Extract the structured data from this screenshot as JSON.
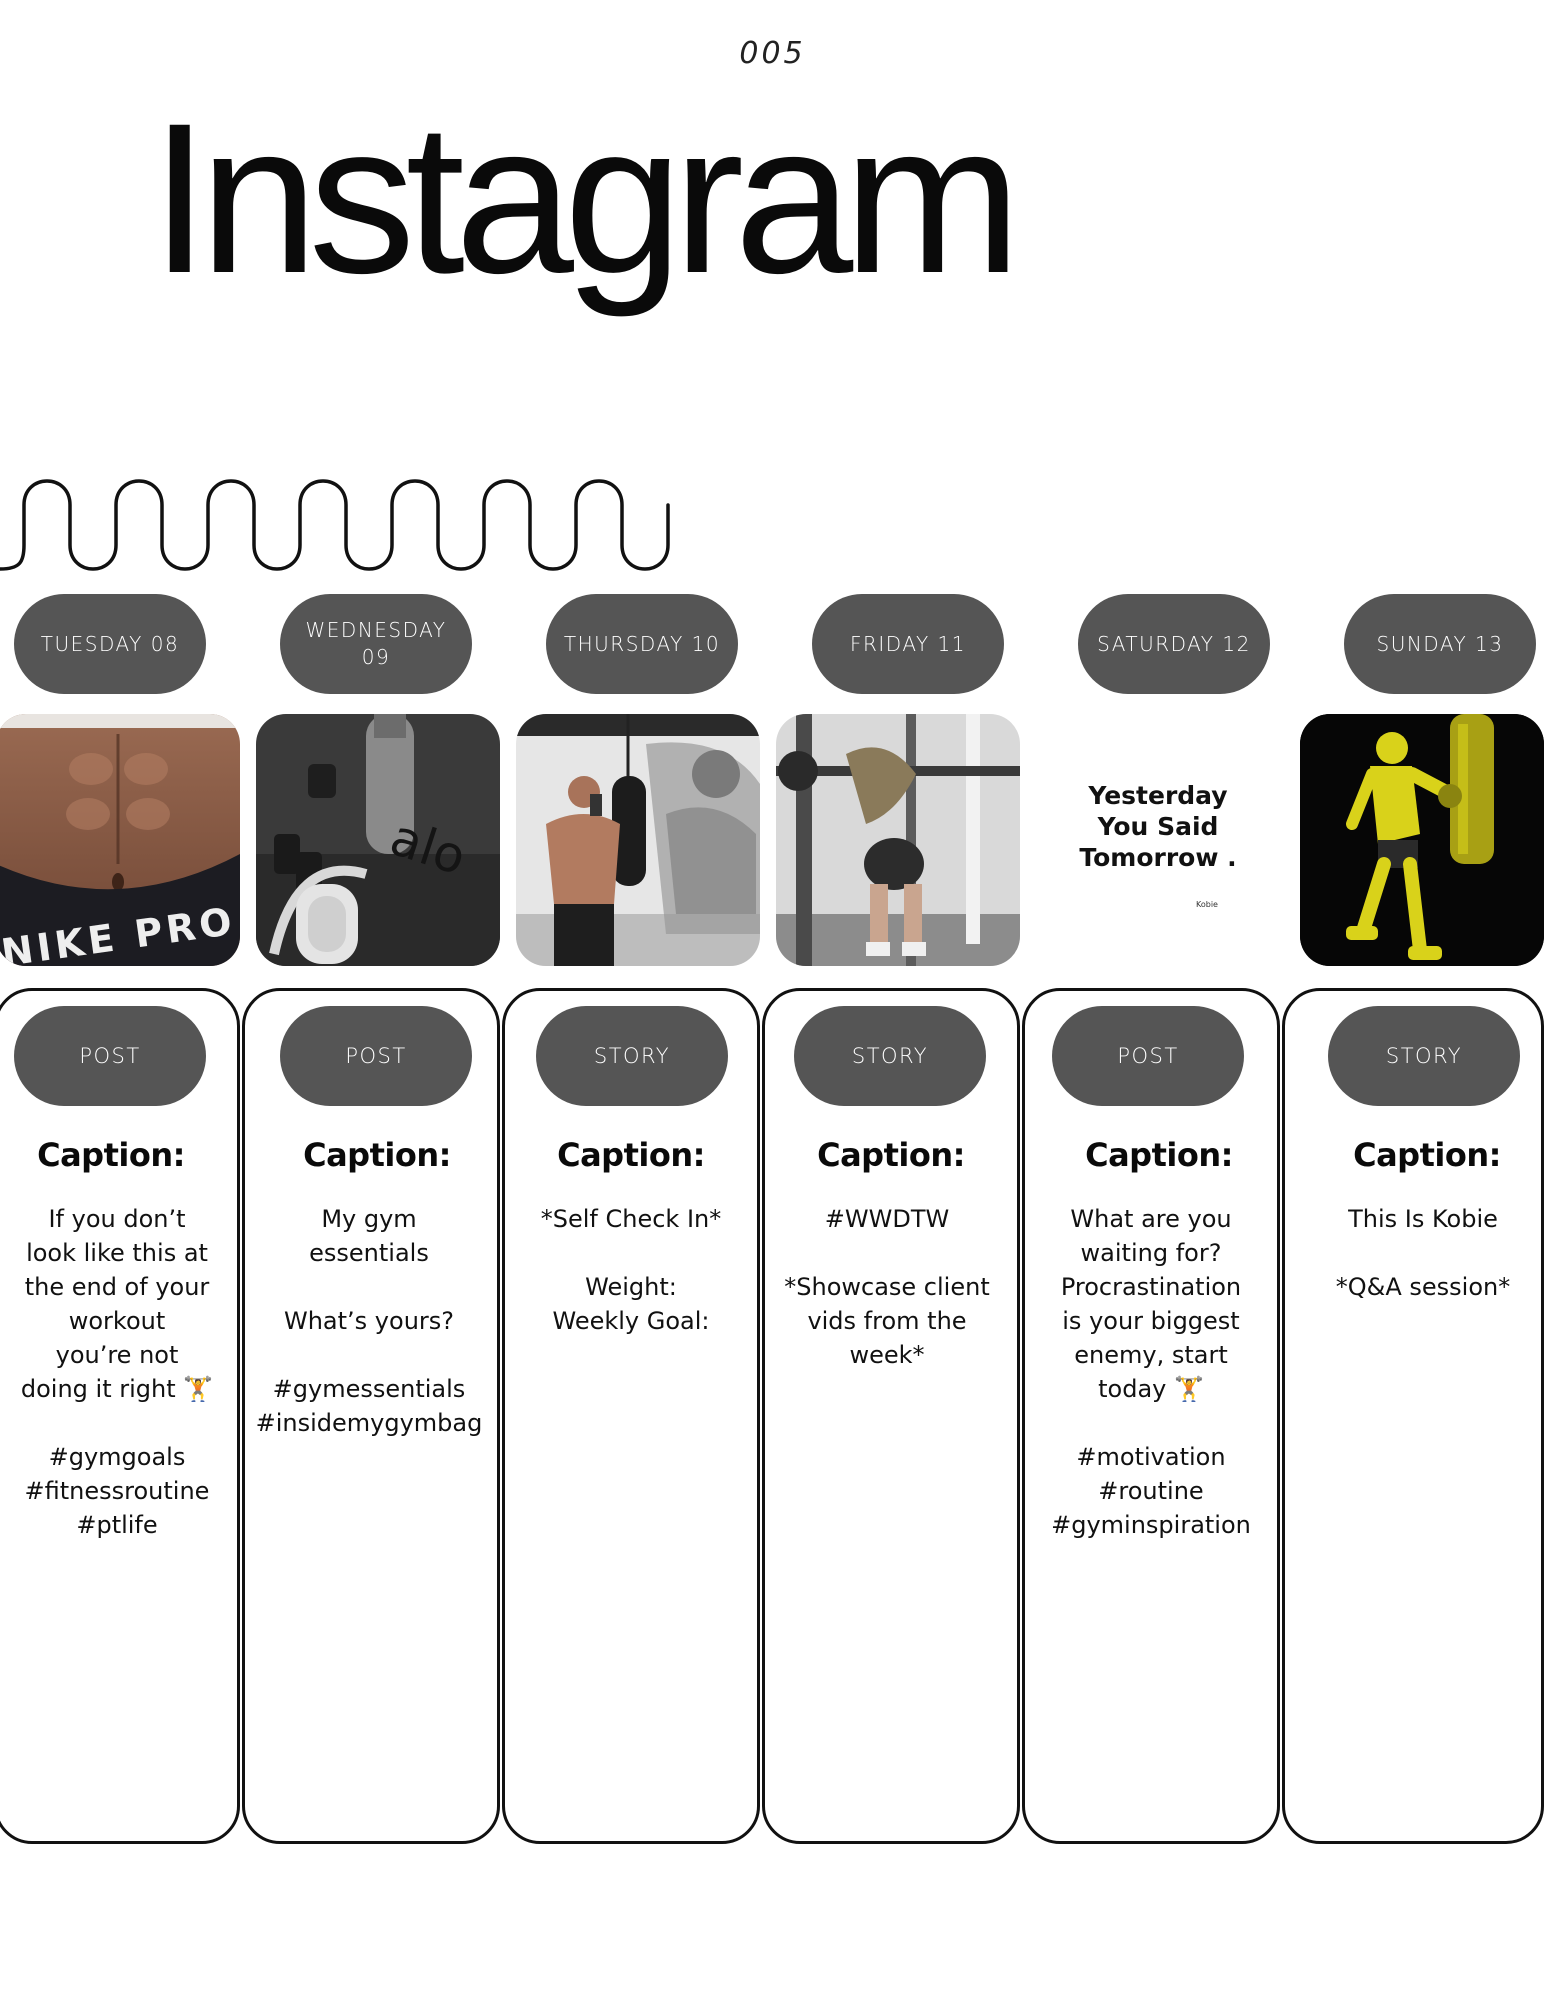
{
  "page_number": "005",
  "title": "Instagram",
  "days": [
    {
      "label": "TUESDAY 08"
    },
    {
      "label": "WEDNESDAY\n09"
    },
    {
      "label": "THURSDAY 10"
    },
    {
      "label": "FRIDAY 11"
    },
    {
      "label": "SATURDAY 12"
    },
    {
      "label": "SUNDAY 13"
    }
  ],
  "thumbnails": [
    {
      "kind": "photo",
      "subject": "toned abs in NIKE PRO shorts",
      "band_text": "NIKE PRO"
    },
    {
      "kind": "photo",
      "subject": "gym essentials: water bottle, headphones",
      "logo_text": "alo"
    },
    {
      "kind": "photo",
      "subject": "gym mirror selfie with punching bag"
    },
    {
      "kind": "photo",
      "subject": "client squatting at rack"
    },
    {
      "kind": "graphic",
      "line1": "Yesterday",
      "line2": "You Said",
      "line3": "Tomorrow .",
      "tag": "Kobie"
    },
    {
      "kind": "illustration",
      "subject": "boxer hitting bag, yellow on black"
    }
  ],
  "post_types": [
    "POST",
    "POST",
    "STORY",
    "STORY",
    "POST",
    "STORY"
  ],
  "caption_label": "Caption:",
  "captions": [
    "If you don’t\nlook like this at\nthe end of your\nworkout\nyou’re not\ndoing it right 🏋️\n\n#gymgoals\n#fitnessroutine\n#ptlife",
    "My gym\nessentials\n\nWhat’s yours?\n\n#gymessentials\n#insidemygymbag",
    "*Self Check In*\n\nWeight:\nWeekly Goal:",
    "#WWDTW\n\n*Showcase client\nvids from the\nweek*",
    "What are you\nwaiting for?\nProcrastination\nis your biggest\nenemy, start\ntoday 🏋️\n\n#motivation\n#routine\n#gyminspiration",
    "This Is Kobie\n\n*Q&A session*"
  ],
  "colors": {
    "pill": "#555555",
    "accent_yellow": "#d9d21a",
    "ink": "#111111"
  }
}
